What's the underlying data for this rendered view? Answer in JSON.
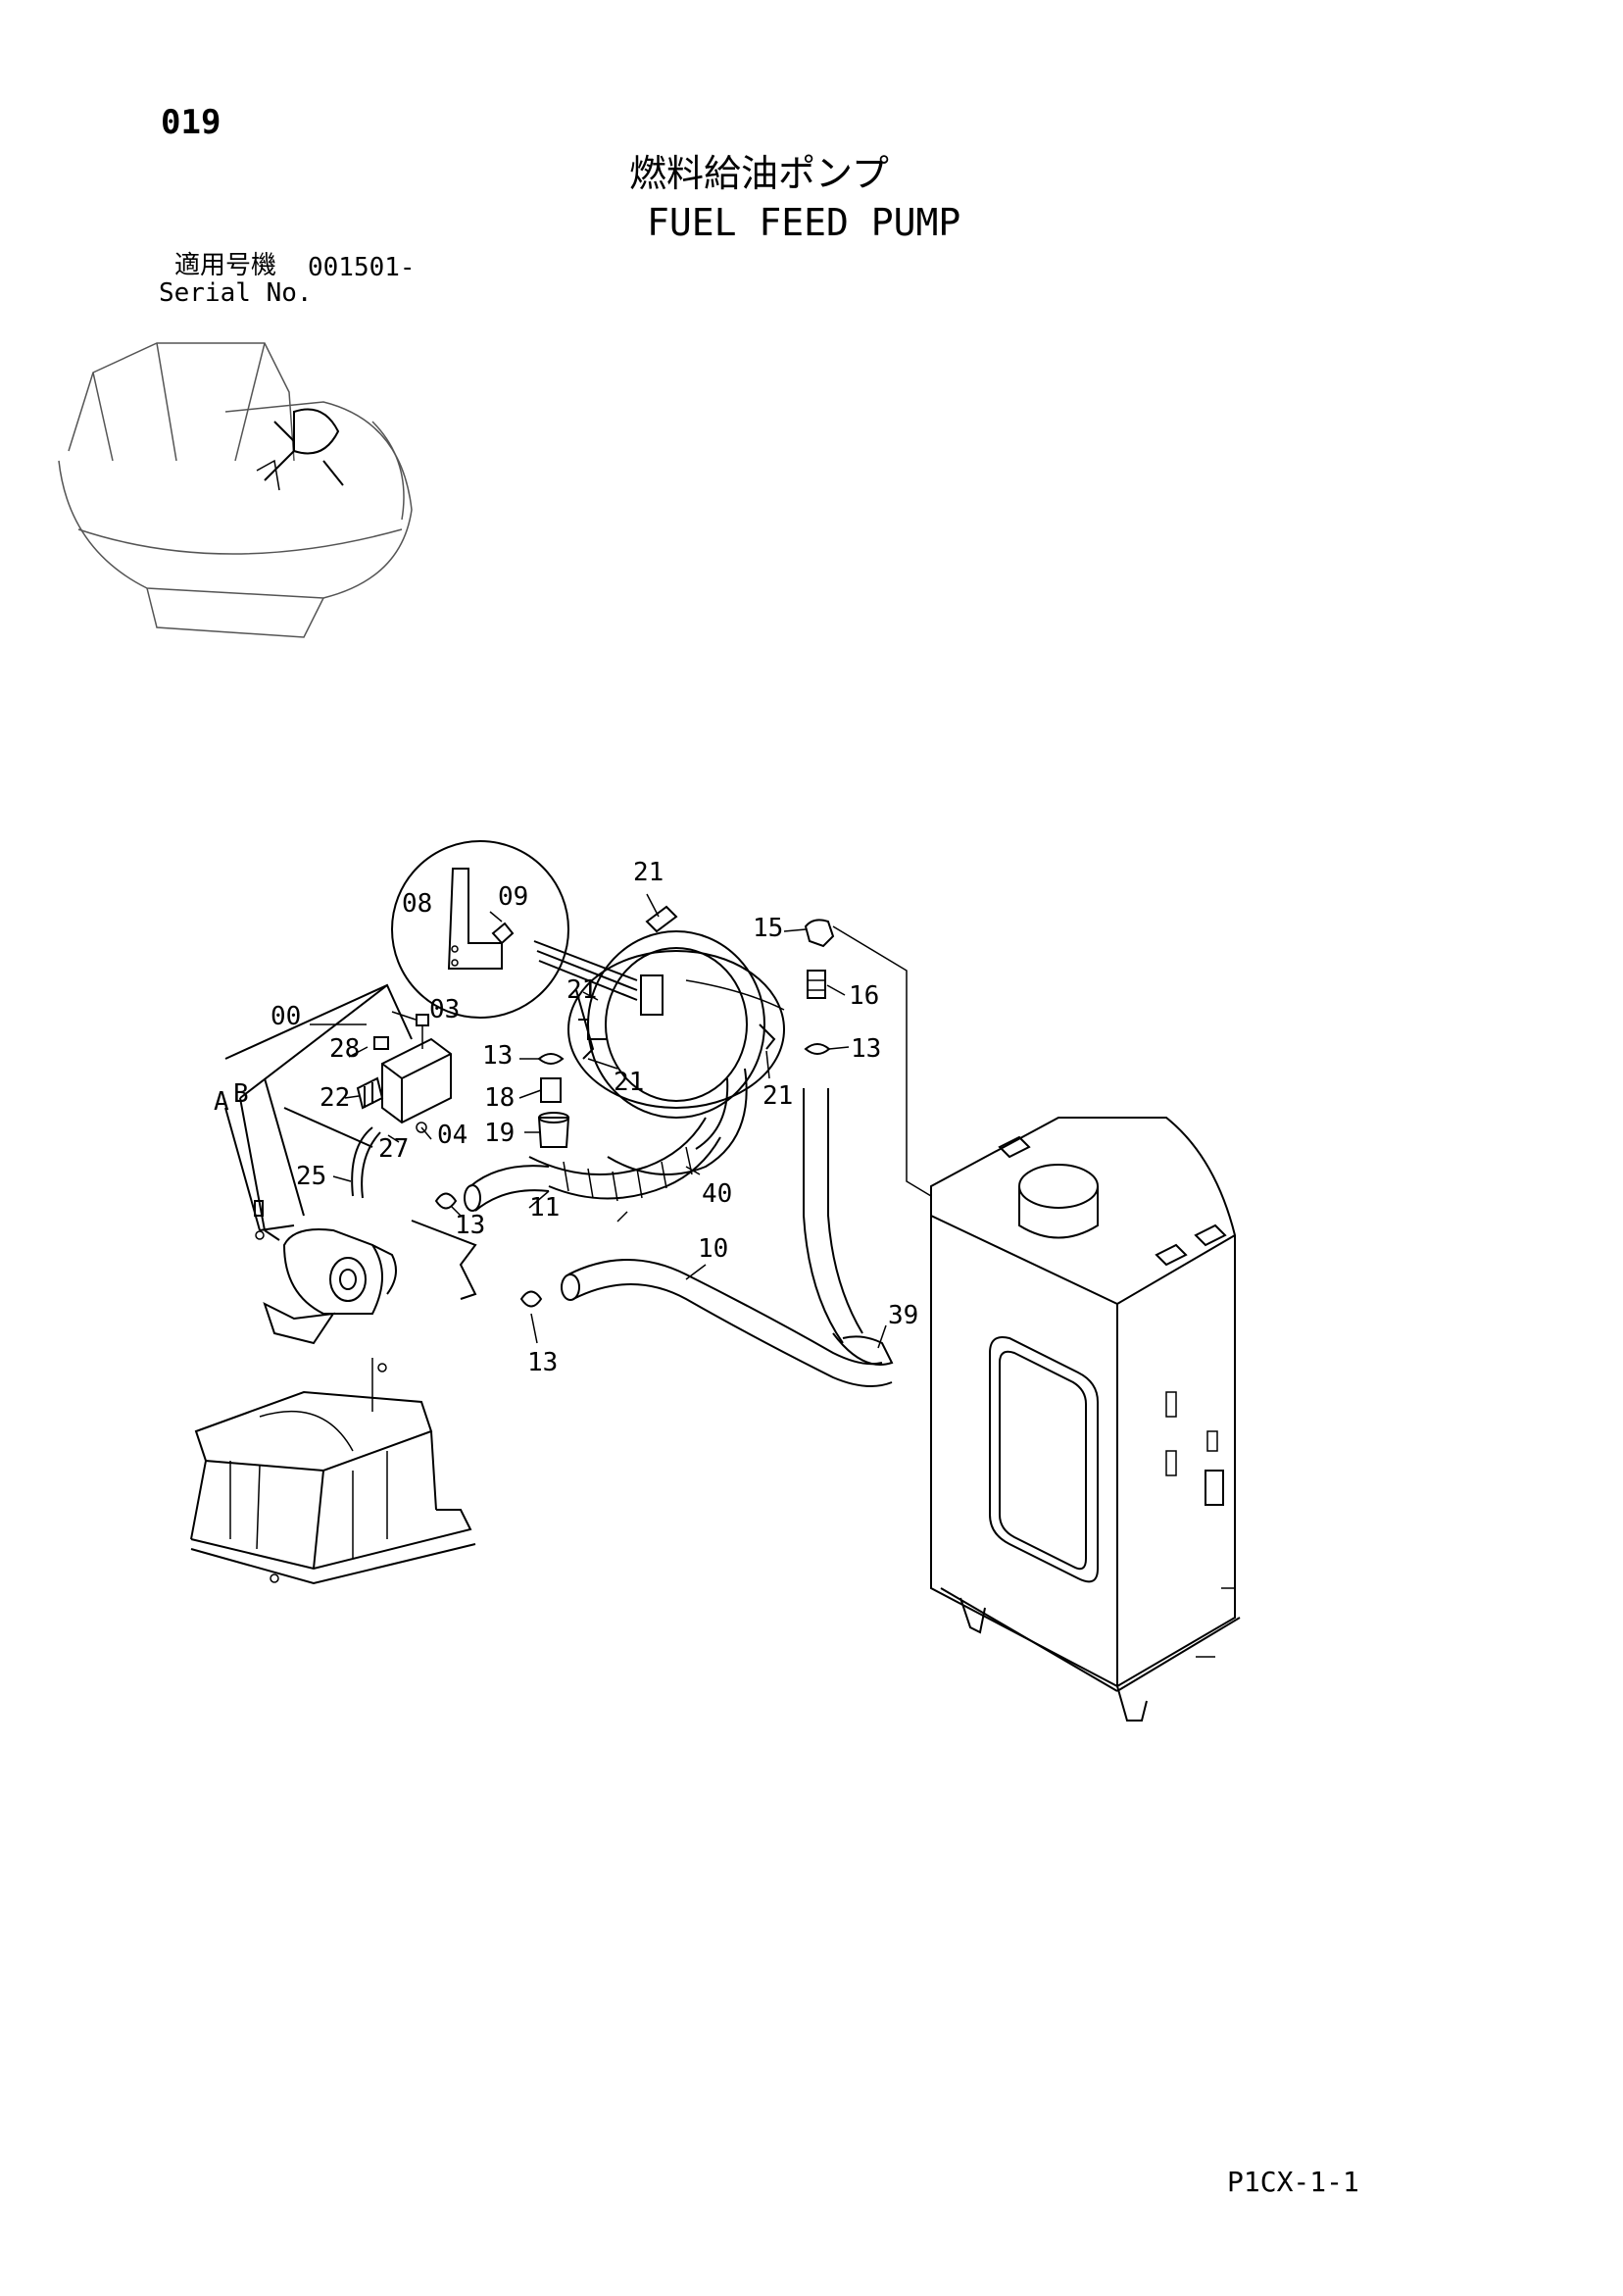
{
  "page_number": "019",
  "title_jp": "燃料給油ポンプ",
  "title_en": "FUEL FEED PUMP",
  "serial": {
    "label_jp": "適用号機",
    "number": "001501-",
    "label_en": "Serial No."
  },
  "footer_code": "P1CX-1-1",
  "part_labels": {
    "p00": "00",
    "p03": "03",
    "p04": "04",
    "p08": "08",
    "p09": "09",
    "p10": "10",
    "p11": "11",
    "p13a": "13",
    "p13b": "13",
    "p13c": "13",
    "p13d": "13",
    "p15": "15",
    "p16": "16",
    "p18": "18",
    "p19": "19",
    "p21a": "21",
    "p21b": "21",
    "p21c": "21",
    "p21d": "21",
    "p22": "22",
    "p25": "25",
    "p27": "27",
    "p28": "28",
    "p39": "39",
    "p40": "40",
    "pA": "A",
    "pB": "B"
  }
}
